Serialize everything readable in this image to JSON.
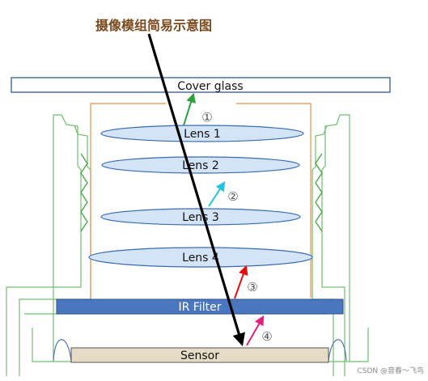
{
  "title": "摄像模组简易示意图",
  "labels": {
    "cover_glass": "Cover glass",
    "lens1": "Lens 1",
    "lens2": "Lens 2",
    "lens3": "Lens 3",
    "lens4": "Lens 4",
    "ir_filter": "IR Filter",
    "sensor": "Sensor"
  },
  "markers": {
    "m1": "①",
    "m2": "②",
    "m3": "③",
    "m4": "④"
  },
  "watermark": "CSDN @音春～飞鸟",
  "colors": {
    "title": "#7a4a1e",
    "lens_fill": "#d4e4f7",
    "lens_stroke": "#3a6bb0",
    "ir_filter_fill": "#4a77c0",
    "sensor_fill": "#e6dcc5",
    "housing_green": "#6dbf6d",
    "holder_orange": "#e8a060",
    "arrow_green": "#2e9e3e",
    "arrow_cyan": "#22c3e0",
    "arrow_red": "#e01010",
    "arrow_magenta": "#e0207a",
    "ray": "#000000"
  }
}
